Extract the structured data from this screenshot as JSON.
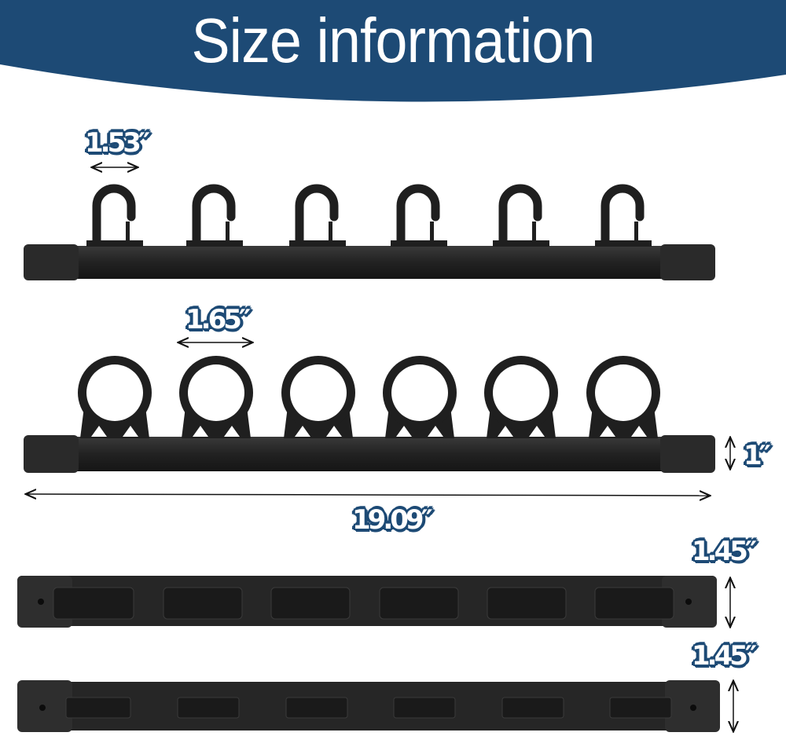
{
  "header": {
    "title": "Size information",
    "banner_color": "#1d4a75"
  },
  "dimensions": {
    "hook_width": "1.53″",
    "holder_width": "1.65″",
    "rack_height": "1″",
    "rack_length": "19.09″",
    "back_depth_1": "1.45″",
    "back_depth_2": "1.45″"
  },
  "products": [
    {
      "name": "hook-rack-front-view",
      "item_count": 6
    },
    {
      "name": "ring-rack-front-view",
      "item_count": 6
    },
    {
      "name": "hook-rack-back-view",
      "item_count": 6
    },
    {
      "name": "ring-rack-back-view",
      "item_count": 6
    }
  ],
  "colors": {
    "label_outline": "#1d4a75",
    "product": "#1f1f1f"
  }
}
